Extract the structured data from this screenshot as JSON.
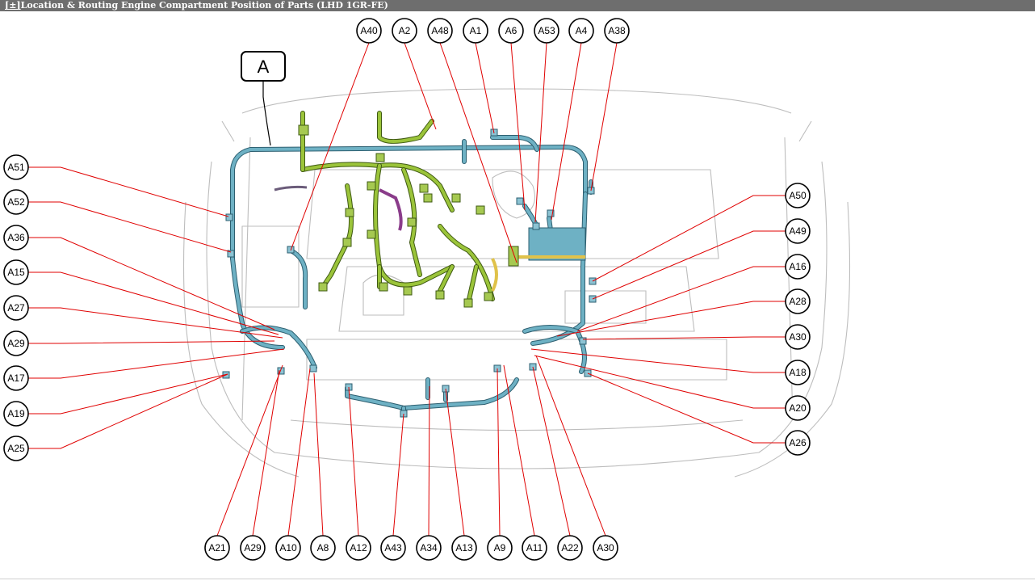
{
  "title": {
    "toggle": "[±]",
    "text": "Location & Routing  Engine Compartment  Position of Parts (LHD 1GR-FE)"
  },
  "view_label": "A",
  "callouts": {
    "top": [
      "A40",
      "A2",
      "A48",
      "A1",
      "A6",
      "A53",
      "A4",
      "A38"
    ],
    "left": [
      "A51",
      "A52",
      "A36",
      "A15",
      "A27",
      "A29",
      "A17",
      "A19",
      "A25"
    ],
    "right": [
      "A50",
      "A49",
      "A16",
      "A28",
      "A30",
      "A18",
      "A20",
      "A26"
    ],
    "bottom": [
      "A21",
      "A29",
      "A10",
      "A8",
      "A12",
      "A43",
      "A34",
      "A13",
      "A9",
      "A11",
      "A22",
      "A30"
    ]
  },
  "colors": {
    "title_bar": "#6e6e6e",
    "leader_line": "#e00000",
    "harness_blue": "#6eb1c4",
    "harness_green": "#9bc43a",
    "outline": "#bdbdbd"
  }
}
